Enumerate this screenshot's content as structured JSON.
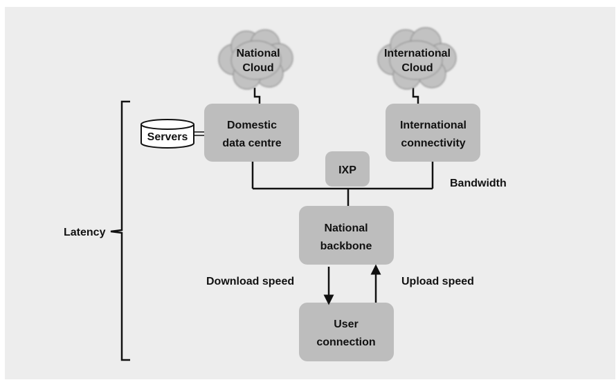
{
  "clouds": {
    "national": {
      "line1": "National",
      "line2": "Cloud"
    },
    "international": {
      "line1": "International",
      "line2": "Cloud"
    }
  },
  "nodes": {
    "domestic_data_centre": {
      "line1": "Domestic",
      "line2": "data centre"
    },
    "international_connectivity": {
      "line1": "International",
      "line2": "connectivity"
    },
    "ixp": {
      "label": "IXP"
    },
    "national_backbone": {
      "line1": "National",
      "line2": "backbone"
    },
    "user_connection": {
      "line1": "User",
      "line2": "connection"
    },
    "servers": {
      "label": "Servers"
    }
  },
  "labels": {
    "latency": "Latency",
    "bandwidth": "Bandwidth",
    "download_speed": "Download speed",
    "upload_speed": "Upload speed"
  },
  "colors": {
    "panel_background": "#ededed",
    "node_fill": "#bdbdbd",
    "cloud_fill": "#c2c2c2",
    "line": "#111111"
  }
}
